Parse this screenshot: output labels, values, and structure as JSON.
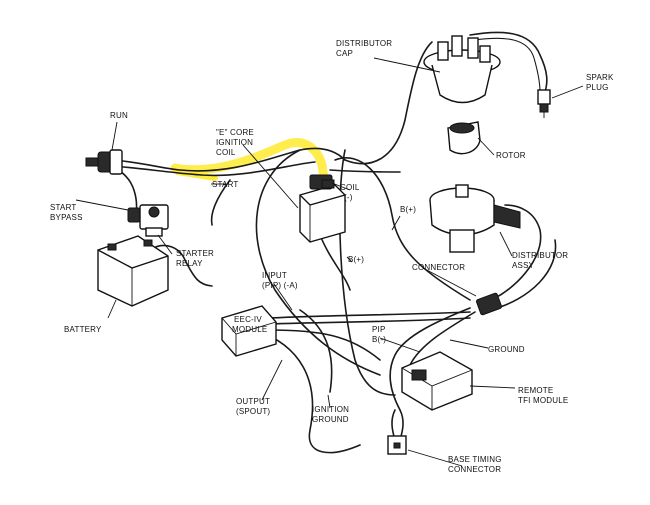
{
  "diagram": {
    "highlight_color": "#ffeb3b",
    "labels": {
      "distributor_cap": [
        "DISTRIBUTOR",
        "CAP"
      ],
      "spark_plug": [
        "SPARK",
        "PLUG"
      ],
      "run": "RUN",
      "e_core_coil": [
        "\"E\" CORE",
        "IGNITION",
        "COIL"
      ],
      "coil_minus": [
        "COIL",
        "(-)"
      ],
      "rotor": "ROTOR",
      "start": "START",
      "start_bypass": [
        "START",
        "BYPASS"
      ],
      "b_plus_1": "B(+)",
      "distributor_assy": [
        "DISTRIBUTOR",
        "ASSY"
      ],
      "starter_relay": [
        "STARTER",
        "RELAY"
      ],
      "b_plus_2": "B(+)",
      "connector": "CONNECTOR",
      "input_pip": [
        "INPUT",
        "(PIP) (-A)"
      ],
      "battery": "BATTERY",
      "eec_iv": [
        "EEC-IV",
        "MODULE"
      ],
      "pip_b_minus": [
        "PIP",
        "B(-)"
      ],
      "ground": "GROUND",
      "remote_tfi": [
        "REMOTE",
        "TFI MODULE"
      ],
      "output_spout": [
        "OUTPUT",
        "(SPOUT)"
      ],
      "ignition_ground": [
        "IGNITION",
        "GROUND"
      ],
      "base_timing": [
        "BASE TIMING",
        "CONNECTOR"
      ]
    }
  }
}
